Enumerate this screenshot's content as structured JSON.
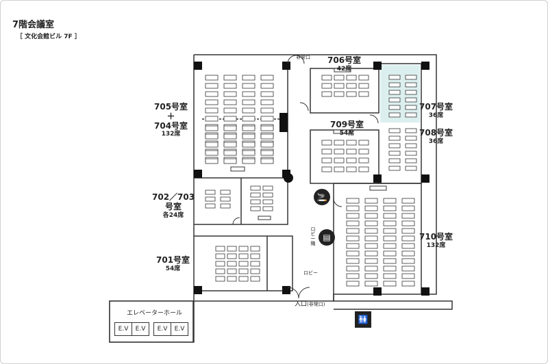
{
  "title": "7階会議室",
  "subtitle": "［ 文化会館ビル 7F ］",
  "rooms": [
    {
      "id": "705-704",
      "name_a": "705号室",
      "plus": "＋",
      "name_b": "704号室",
      "seats": "132席"
    },
    {
      "id": "706",
      "name": "706号室",
      "seats": "42席"
    },
    {
      "id": "707",
      "name": "707号室",
      "seats": "36席",
      "highlight": "#dcefef"
    },
    {
      "id": "708",
      "name": "708号室",
      "seats": "36席"
    },
    {
      "id": "709",
      "name": "709号室",
      "seats": "54席"
    },
    {
      "id": "702-703",
      "name_a": "702／703",
      "name_b": "号室",
      "seats": "各24席"
    },
    {
      "id": "701",
      "name": "701号室",
      "seats": "54席"
    },
    {
      "id": "710",
      "name": "710号室",
      "seats": "132席"
    }
  ],
  "labels": {
    "emergency_exit": "非常口",
    "lobby": "ロビー",
    "vending": "ロビー機",
    "entrance": "入口",
    "entrance_note": "(非常口)",
    "elevator_hall": "エレベーターホール",
    "ev": [
      "E.V",
      "E.V",
      "E.V",
      "E.V"
    ]
  },
  "icons": [
    "smoking-area-icon",
    "vending-machine-icon",
    "restroom-icon"
  ]
}
